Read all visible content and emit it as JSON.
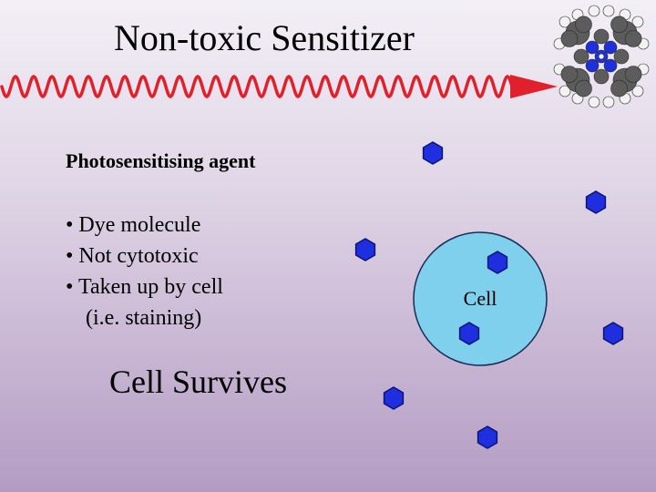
{
  "slide": {
    "title": "Non-toxic Sensitizer",
    "heading": "Photosensitising agent",
    "bullets": [
      "• Dye molecule",
      "• Not cytotoxic",
      "• Taken up by cell",
      "(i.e. staining)"
    ],
    "outcome": "Cell Survives"
  },
  "diagram": {
    "cell_label": "Cell",
    "colors": {
      "light_wave": "#e0202a",
      "cell_fill": "#7fd0ec",
      "cell_stroke": "#1a2a55",
      "sensitizer_fill": "#1f2fe0",
      "sensitizer_stroke": "#0b1470",
      "molecule_carbon": "#5c5c5c",
      "molecule_nitrogen": "#2030d8",
      "molecule_hydrogen": "#f2f2f2"
    },
    "icons": [
      "light-wave-icon",
      "arrow-head-icon",
      "porphyrin-molecule-icon",
      "hexagon-molecule-icon"
    ]
  }
}
